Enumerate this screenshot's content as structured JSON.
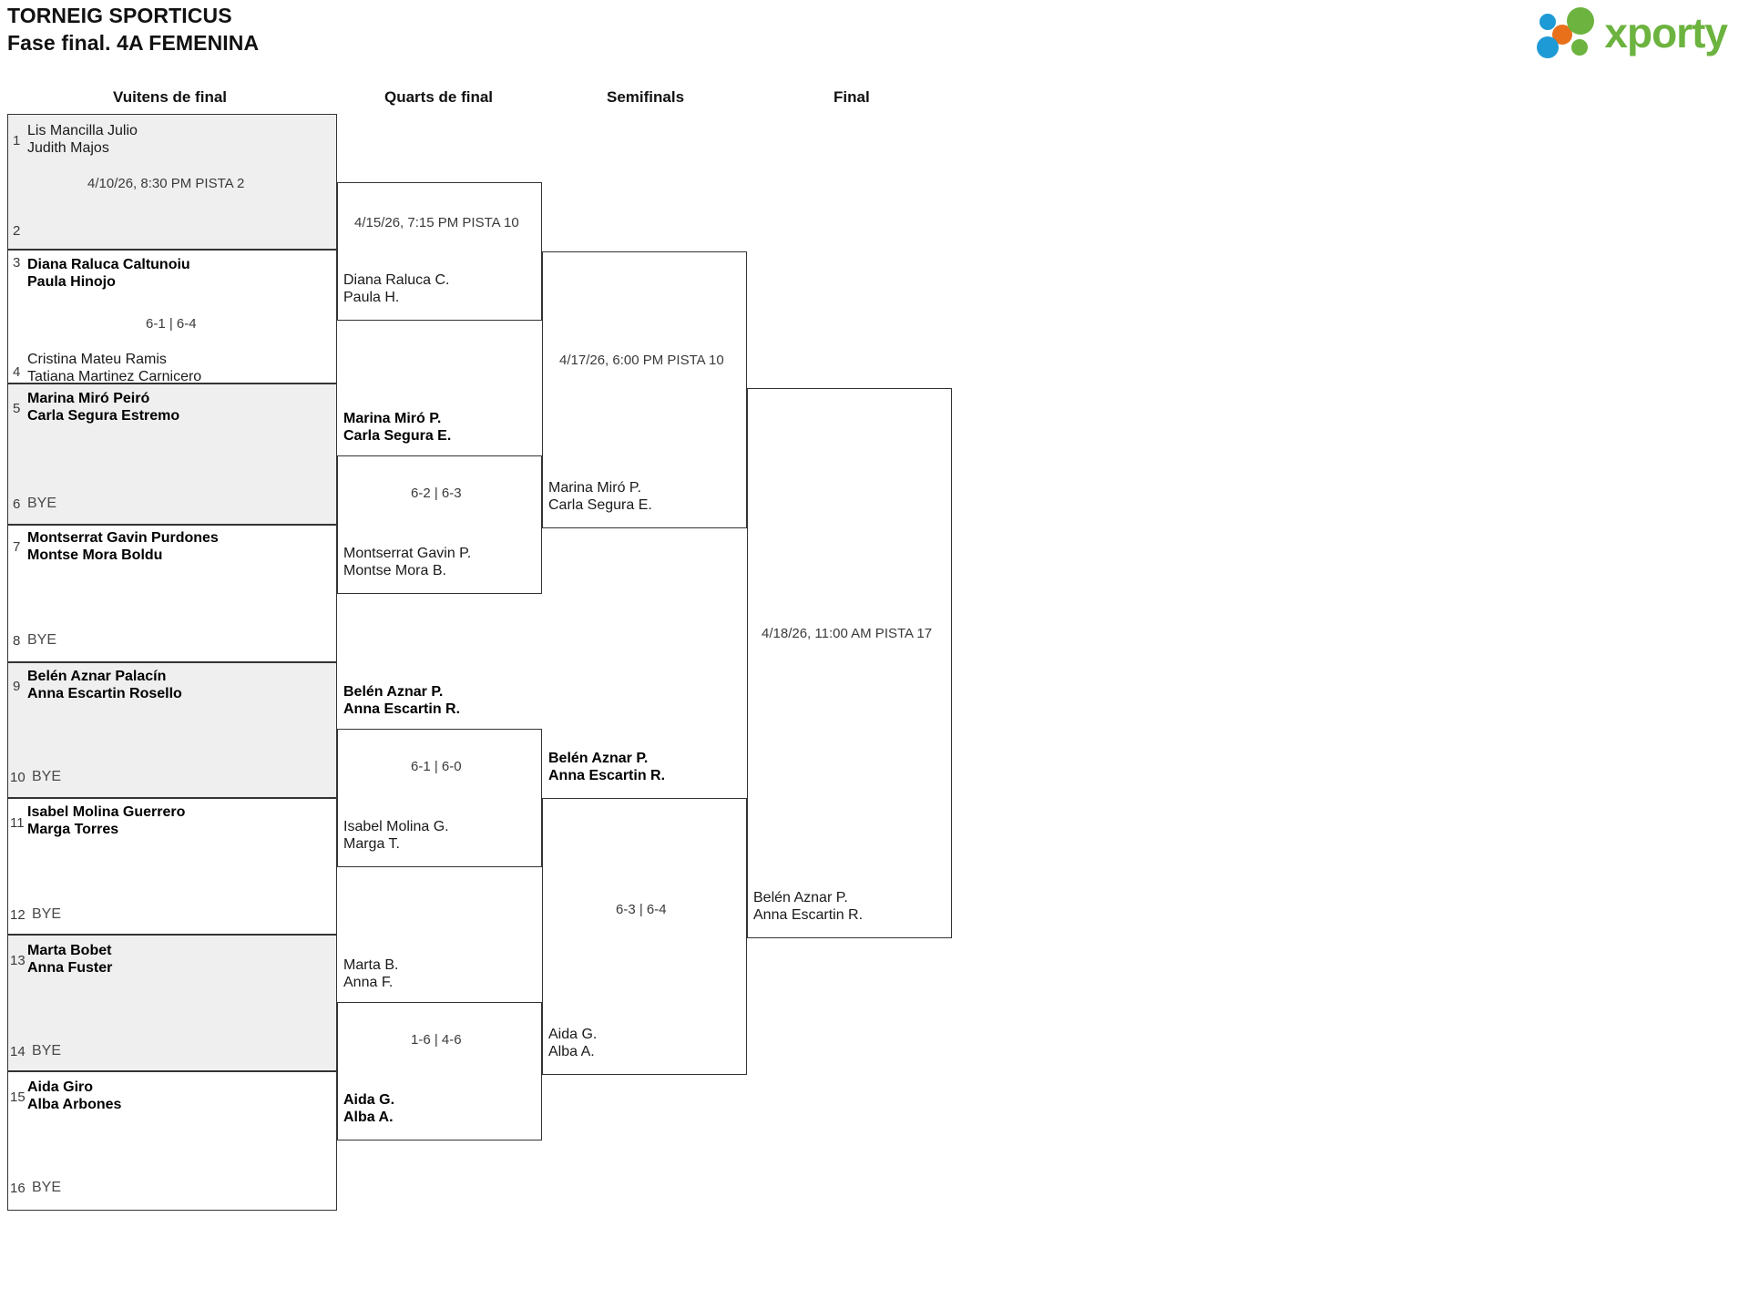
{
  "header": {
    "tournament_name": "TORNEIG SPORTICUS",
    "phase": "Fase final. 4A FEMENINA",
    "logo_text": "xporty",
    "logo_colors": {
      "green": "#6cb33f",
      "blue": "#1e9ad6",
      "orange": "#e8701a"
    }
  },
  "rounds": [
    {
      "id": "r16",
      "label": "Vuitens de final"
    },
    {
      "id": "qf",
      "label": "Quarts de final"
    },
    {
      "id": "sf",
      "label": "Semifinals"
    },
    {
      "id": "final",
      "label": "Final"
    }
  ],
  "round16": {
    "matches": [
      {
        "meta": "4/10/26, 8:30 PM PISTA 2",
        "top": {
          "seed": "1",
          "line1": "Lis Mancilla Julio",
          "line2": "Judith Majos",
          "winner": false,
          "bye": false
        },
        "bottom": {
          "seed": "2",
          "line1": "",
          "line2": "",
          "winner": false,
          "bye": false
        }
      },
      {
        "meta": "6-1 | 6-4",
        "top": {
          "seed": "3",
          "line1": "Diana Raluca Caltunoiu",
          "line2": "Paula Hinojo",
          "winner": true,
          "bye": false
        },
        "bottom": {
          "seed": "4",
          "line1": "Cristina Mateu Ramis",
          "line2": "Tatiana Martinez Carnicero",
          "winner": false,
          "bye": false
        }
      },
      {
        "meta": "",
        "top": {
          "seed": "5",
          "line1": "Marina Miró Peiró",
          "line2": "Carla Segura Estremo",
          "winner": true,
          "bye": false
        },
        "bottom": {
          "seed": "6",
          "line1": "BYE",
          "line2": "",
          "winner": false,
          "bye": true
        }
      },
      {
        "meta": "",
        "top": {
          "seed": "7",
          "line1": "Montserrat Gavin Purdones",
          "line2": "Montse Mora Boldu",
          "winner": true,
          "bye": false
        },
        "bottom": {
          "seed": "8",
          "line1": "BYE",
          "line2": "",
          "winner": false,
          "bye": true
        }
      },
      {
        "meta": "",
        "top": {
          "seed": "9",
          "line1": "Belén Aznar Palacín",
          "line2": "Anna Escartin Rosello",
          "winner": true,
          "bye": false
        },
        "bottom": {
          "seed": "10",
          "line1": "BYE",
          "line2": "",
          "winner": false,
          "bye": true
        }
      },
      {
        "meta": "",
        "top": {
          "seed": "11",
          "line1": "Isabel Molina Guerrero",
          "line2": "Marga Torres",
          "winner": true,
          "bye": false
        },
        "bottom": {
          "seed": "12",
          "line1": "BYE",
          "line2": "",
          "winner": false,
          "bye": true
        }
      },
      {
        "meta": "",
        "top": {
          "seed": "13",
          "line1": "Marta Bobet",
          "line2": "Anna Fuster",
          "winner": true,
          "bye": false
        },
        "bottom": {
          "seed": "14",
          "line1": "BYE",
          "line2": "",
          "winner": false,
          "bye": true
        }
      },
      {
        "meta": "",
        "top": {
          "seed": "15",
          "line1": "Aida Giro",
          "line2": "Alba Arbones",
          "winner": true,
          "bye": false
        },
        "bottom": {
          "seed": "16",
          "line1": "BYE",
          "line2": "",
          "winner": false,
          "bye": true
        }
      }
    ]
  },
  "quarterfinals": {
    "matches": [
      {
        "meta": "4/15/26, 7:15 PM PISTA 10",
        "top": {
          "line1": "",
          "line2": "",
          "winner": false
        },
        "bottom": {
          "line1": "Diana Raluca C.",
          "line2": "Paula H.",
          "winner": false
        }
      },
      {
        "meta": "6-2 | 6-3",
        "top": {
          "line1": "Marina Miró P.",
          "line2": "Carla Segura E.",
          "winner": true
        },
        "bottom": {
          "line1": "Montserrat Gavin P.",
          "line2": "Montse Mora B.",
          "winner": false
        }
      },
      {
        "meta": "6-1 | 6-0",
        "top": {
          "line1": "Belén Aznar P.",
          "line2": "Anna Escartin R.",
          "winner": true
        },
        "bottom": {
          "line1": "Isabel Molina G.",
          "line2": "Marga T.",
          "winner": false
        }
      },
      {
        "meta": "1-6 | 4-6",
        "top": {
          "line1": "Marta B.",
          "line2": "Anna F.",
          "winner": false
        },
        "bottom": {
          "line1": "Aida G.",
          "line2": "Alba A.",
          "winner": true
        }
      }
    ]
  },
  "semifinals": {
    "matches": [
      {
        "meta": "4/17/26, 6:00 PM PISTA 10",
        "top": {
          "line1": "",
          "line2": "",
          "winner": false
        },
        "bottom": {
          "line1": "Marina Miró P.",
          "line2": "Carla Segura E.",
          "winner": false
        }
      },
      {
        "meta": "6-3 | 6-4",
        "top": {
          "line1": "Belén Aznar P.",
          "line2": "Anna Escartin R.",
          "winner": true
        },
        "bottom": {
          "line1": "Aida G.",
          "line2": "Alba A.",
          "winner": false
        }
      }
    ]
  },
  "final": {
    "matches": [
      {
        "meta": "4/18/26, 11:00 AM PISTA 17",
        "top": {
          "line1": "",
          "line2": "",
          "winner": false
        },
        "bottom": {
          "line1": "Belén Aznar P.",
          "line2": "Anna Escartin R.",
          "winner": false
        }
      }
    ]
  }
}
